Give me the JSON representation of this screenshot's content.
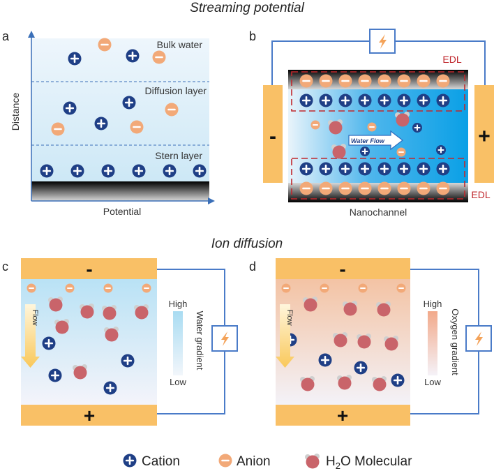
{
  "titles": {
    "streaming": "Streaming potential",
    "ion_diffusion": "Ion diffusion"
  },
  "panel_a": {
    "letter": "a",
    "y_axis_label": "Distance",
    "x_axis_label": "Potential",
    "layers": [
      "Bulk water",
      "Diffusion layer",
      "Stern layer"
    ]
  },
  "panel_b": {
    "letter": "b",
    "edl_top": "EDL",
    "edl_bottom": "EDL",
    "flow_label": "Water Flow",
    "caption": "Nanochannel",
    "left_electrode": "-",
    "right_electrode": "+"
  },
  "panel_c": {
    "letter": "c",
    "top_electrode": "-",
    "bottom_electrode": "+",
    "flow_label": "Flow",
    "gradient_high": "High",
    "gradient_low": "Low",
    "gradient_label": "Water gradient"
  },
  "panel_d": {
    "letter": "d",
    "top_electrode": "-",
    "bottom_electrode": "+",
    "flow_label": "Flow",
    "gradient_high": "High",
    "gradient_low": "Low",
    "gradient_label": "Oxygen gradient"
  },
  "legend": {
    "cation": "Cation",
    "anion": "Anion",
    "h2o_main": "H",
    "h2o_sub": "2",
    "h2o_rest": "O Molecular"
  },
  "colors": {
    "cation": "#1f3f86",
    "anion": "#f2a978",
    "water_molecule": "#c9646a",
    "electrode": "#f9c066",
    "wire": "#4a7bc8",
    "edl": "#c0282d"
  },
  "icons": {
    "power_source": "lightning-icon",
    "flow_arrow": "flow-arrow-icon"
  }
}
